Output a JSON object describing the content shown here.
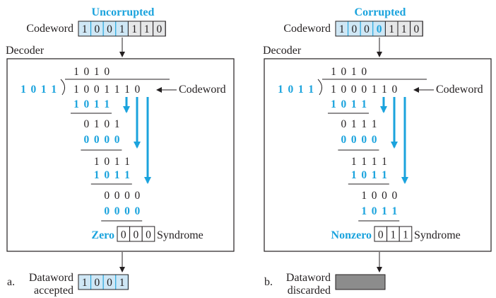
{
  "colors": {
    "accent": "#1aa3dd",
    "codeword_fill": "#cfe7f5",
    "discarded_fill": "#8c8c8c",
    "ink": "#231f20"
  },
  "panels": [
    {
      "title": "Uncorrupted",
      "codeword_label": "Codeword",
      "codeword_cells": [
        "1",
        "0",
        "0",
        "1",
        "1",
        "1",
        "0"
      ],
      "decoder_label": "Decoder",
      "divisor": [
        "1",
        "0",
        "1",
        "1"
      ],
      "quotient": [
        "1",
        "0",
        "1",
        "0"
      ],
      "dividend": [
        "1",
        "0",
        "0",
        "1",
        "1",
        "1",
        "0"
      ],
      "dividend_label": "Codeword",
      "steps": [
        {
          "sub": [
            "1",
            "0",
            "1",
            "1"
          ],
          "rem": [
            "0",
            "1",
            "0",
            "1"
          ]
        },
        {
          "sub": [
            "0",
            "0",
            "0",
            "0"
          ],
          "rem": [
            "1",
            "0",
            "1",
            "1"
          ]
        },
        {
          "sub": [
            "1",
            "0",
            "1",
            "1"
          ],
          "rem": [
            "0",
            "0",
            "0",
            "0"
          ]
        },
        {
          "sub": [
            "0",
            "0",
            "0",
            "0"
          ]
        }
      ],
      "syndrome_status": "Zero",
      "syndrome_cells": [
        "0",
        "0",
        "0"
      ],
      "syndrome_label": "Syndrome",
      "case_letter": "a.",
      "result_line1": "Dataword",
      "result_line2": "accepted",
      "result_cells": [
        "1",
        "0",
        "0",
        "1"
      ]
    },
    {
      "title": "Corrupted",
      "codeword_label": "Codeword",
      "codeword_cells": [
        "1",
        "0",
        "0",
        "0",
        "1",
        "1",
        "0"
      ],
      "decoder_label": "Decoder",
      "divisor": [
        "1",
        "0",
        "1",
        "1"
      ],
      "quotient": [
        "1",
        "0",
        "1",
        "0"
      ],
      "dividend": [
        "1",
        "0",
        "0",
        "0",
        "1",
        "1",
        "0"
      ],
      "dividend_label": "Codeword",
      "steps": [
        {
          "sub": [
            "1",
            "0",
            "1",
            "1"
          ],
          "rem": [
            "0",
            "1",
            "1",
            "1"
          ]
        },
        {
          "sub": [
            "0",
            "0",
            "0",
            "0"
          ],
          "rem": [
            "1",
            "1",
            "1",
            "1"
          ]
        },
        {
          "sub": [
            "1",
            "0",
            "1",
            "1"
          ],
          "rem": [
            "1",
            "0",
            "0",
            "0"
          ]
        },
        {
          "sub": [
            "1",
            "0",
            "1",
            "1"
          ]
        }
      ],
      "syndrome_status": "Nonzero",
      "syndrome_cells": [
        "0",
        "1",
        "1"
      ],
      "syndrome_label": "Syndrome",
      "case_letter": "b.",
      "result_line1": "Dataword",
      "result_line2": "discarded",
      "result_cells": []
    }
  ]
}
